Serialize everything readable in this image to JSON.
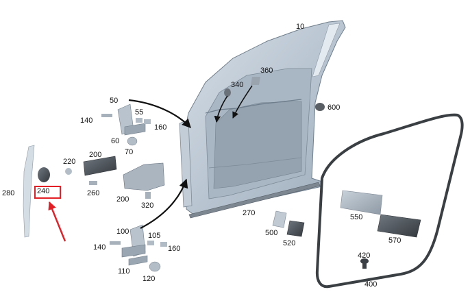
{
  "diagram": {
    "callouts": [
      {
        "id": "c10",
        "text": "10"
      },
      {
        "id": "c50",
        "text": "50"
      },
      {
        "id": "c55",
        "text": "55"
      },
      {
        "id": "c60",
        "text": "60"
      },
      {
        "id": "c70",
        "text": "70"
      },
      {
        "id": "c100",
        "text": "100"
      },
      {
        "id": "c105",
        "text": "105"
      },
      {
        "id": "c110",
        "text": "110"
      },
      {
        "id": "c120",
        "text": "120"
      },
      {
        "id": "c140a",
        "text": "140"
      },
      {
        "id": "c140b",
        "text": "140"
      },
      {
        "id": "c160a",
        "text": "160"
      },
      {
        "id": "c160b",
        "text": "160"
      },
      {
        "id": "c200a",
        "text": "200"
      },
      {
        "id": "c200b",
        "text": "200"
      },
      {
        "id": "c220",
        "text": "220"
      },
      {
        "id": "c240",
        "text": "240"
      },
      {
        "id": "c260",
        "text": "260"
      },
      {
        "id": "c270",
        "text": "270"
      },
      {
        "id": "c280",
        "text": "280"
      },
      {
        "id": "c320",
        "text": "320"
      },
      {
        "id": "c340",
        "text": "340"
      },
      {
        "id": "c360",
        "text": "360"
      },
      {
        "id": "c400",
        "text": "400"
      },
      {
        "id": "c420",
        "text": "420"
      },
      {
        "id": "c500",
        "text": "500"
      },
      {
        "id": "c520",
        "text": "520"
      },
      {
        "id": "c550",
        "text": "550"
      },
      {
        "id": "c570",
        "text": "570"
      },
      {
        "id": "c600",
        "text": "600"
      }
    ],
    "highlight": {
      "label": "240",
      "color": "#e31e24"
    },
    "colors": {
      "part_fill": "#b7c4d1",
      "part_dark": "#8897a6",
      "part_light": "#d7e0e8",
      "seal": "#4a4f55",
      "text": "#111111"
    }
  }
}
